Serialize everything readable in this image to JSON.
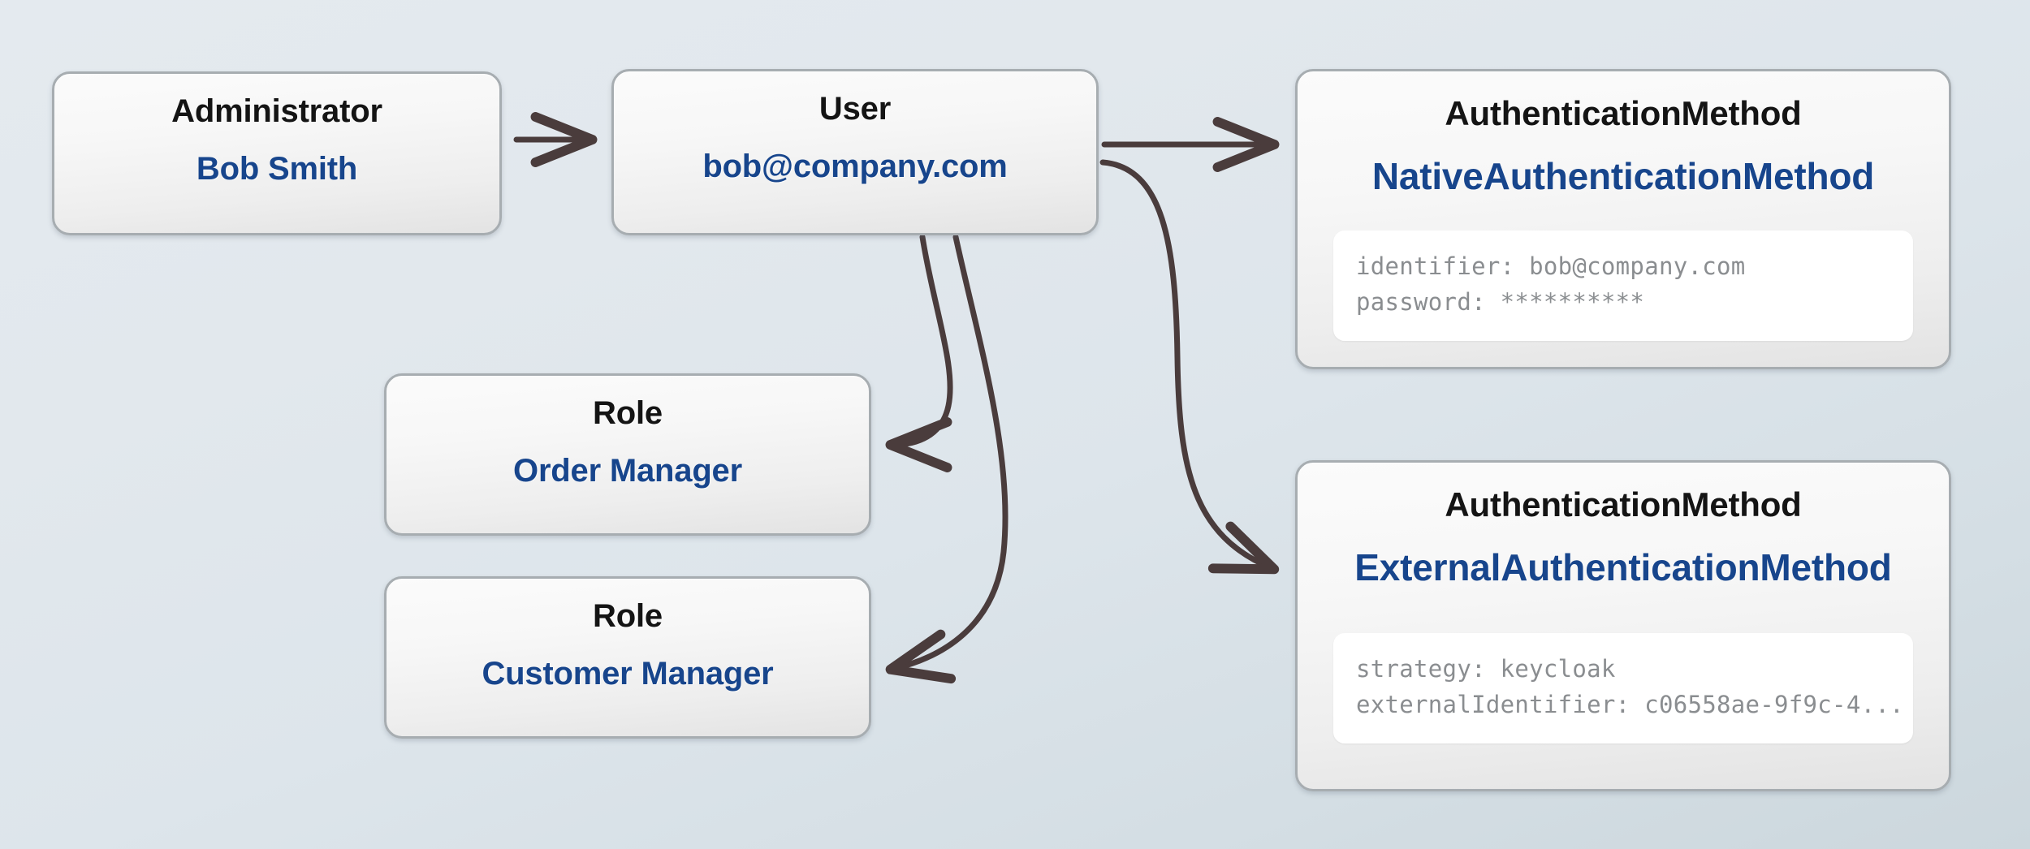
{
  "theme": {
    "background_top": "#e4eaef",
    "background_bottom": "#ccd7dd",
    "card_border": "#a7adb1",
    "type_text_color": "#141414",
    "label_text_color": "#17458c",
    "code_text_color": "#8a8d90",
    "edge_color": "#4a3c3c"
  },
  "nodes": {
    "administrator": {
      "type": "Administrator",
      "label": "Bob Smith"
    },
    "user": {
      "type": "User",
      "label": "bob@company.com"
    },
    "role_order": {
      "type": "Role",
      "label": "Order Manager"
    },
    "role_customer": {
      "type": "Role",
      "label": "Customer Manager"
    },
    "auth_native": {
      "type": "AuthenticationMethod",
      "label": "NativeAuthenticationMethod",
      "details": [
        "identifier: bob@company.com",
        "password: **********"
      ]
    },
    "auth_external": {
      "type": "AuthenticationMethod",
      "label": "ExternalAuthenticationMethod",
      "details": [
        "strategy: keycloak",
        "externalIdentifier: c06558ae-9f9c-4..."
      ]
    }
  },
  "edges": [
    {
      "name": "administrator-to-user",
      "from": "administrator",
      "to": "user",
      "style": "straight"
    },
    {
      "name": "user-to-auth-native",
      "from": "user",
      "to": "auth_native",
      "style": "straight"
    },
    {
      "name": "user-to-auth-external",
      "from": "user",
      "to": "auth_external",
      "style": "curved"
    },
    {
      "name": "user-to-role-order-manager",
      "from": "user",
      "to": "role_order",
      "style": "curved"
    },
    {
      "name": "user-to-role-customer-manager",
      "from": "user",
      "to": "role_customer",
      "style": "curved"
    }
  ]
}
